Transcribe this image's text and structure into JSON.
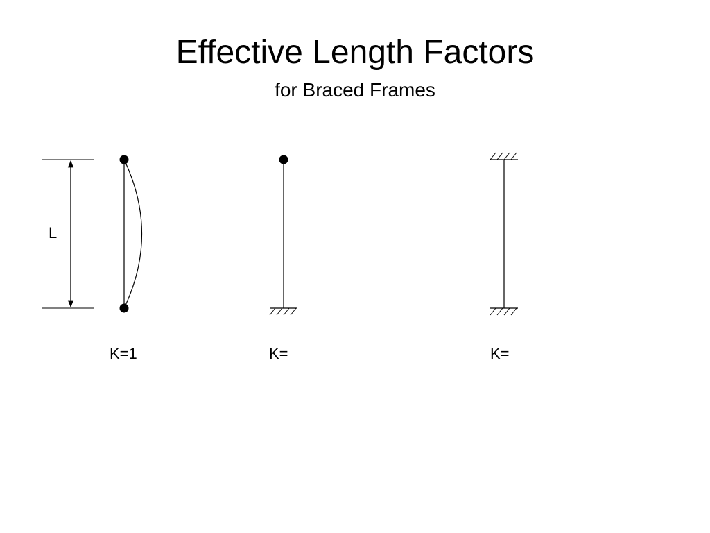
{
  "slide": {
    "title": "Effective Length Factors",
    "subtitle": "for Braced Frames"
  },
  "diagram": {
    "length_label": "L",
    "cases": [
      {
        "name": "pinned-pinned",
        "top_support": "pin",
        "bottom_support": "pin",
        "buckled_shape": true,
        "k_label": "K=1"
      },
      {
        "name": "pinned-fixed",
        "top_support": "pin",
        "bottom_support": "fixed",
        "buckled_shape": false,
        "k_label": "K="
      },
      {
        "name": "fixed-fixed",
        "top_support": "fixed",
        "bottom_support": "fixed",
        "buckled_shape": false,
        "k_label": "K="
      }
    ]
  },
  "colors": {
    "line": "#000000",
    "background": "#ffffff"
  }
}
